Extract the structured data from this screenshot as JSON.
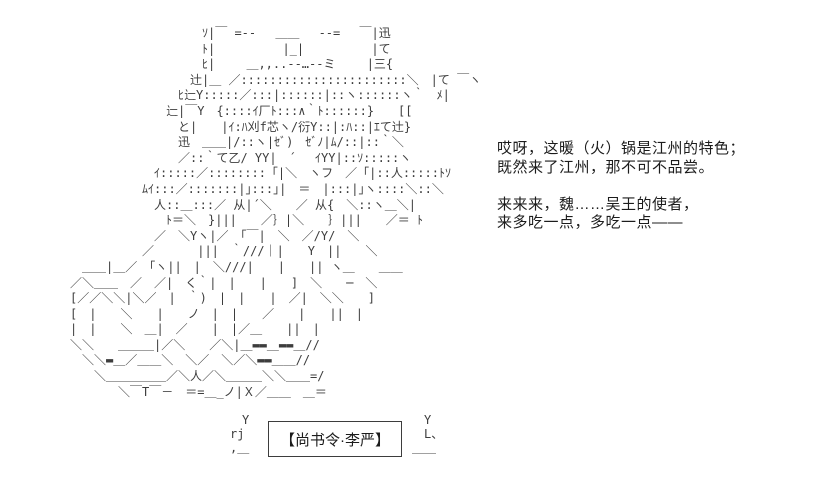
{
  "scene": {
    "background_color": "#ffffff",
    "art_color": "#3d3d3d",
    "text_color": "#1c1c1c"
  },
  "ascii_art": {
    "lines": [
      "　　　　　　　　　　　　ｿ|￣ =--　 ＿＿　 --=　 ￣|迅",
      "　　　　　　　　　　　　ﾄ|　　　　　 |_|　　　　　 |て",
      "　　　　　　　　　　　　ﾋ|　　 ＿,,..-‐…‐-ミ　　 |三{",
      "　　　　　　　　　　　辻|＿ ／:::::::::::::::::::::::＼　|て ￣ヽ",
      "　　　　　　　　　　ﾋ辷Y:::::／:::|::::::|::ヽ::::::ヽ｀　ﾒ|",
      "　　　　　　　　　辷|￣Y　{::::ｲ厂ﾄ:::∧｀ﾄ::::::}　　[[",
      "　　　　　　　　　　と|　　|ｲ:ﾊ刈f芯ヽ/衍Y::|:ﾊ::|ｴて辻}",
      "　　　　　　　　　　迅　＿＿|/::ヽ|ｾﾞ)　ｾﾞﾉ|ﾑ/::|::｀＼",
      "　　　　　　　　　　／::｀て乙/ YY|　´　 ｲYY|::ｿ:::::ヽ",
      "　　　　　　　　ｲ:::::／::::::::「|＼　ヽフ　／「|::人:::::ﾄｿ",
      "　　　　　　　ﾑｲ:::／:::::::|｣:::｣|　＝　|:::|｣ヽ::::＼::＼",
      "　　　　　　　　人::＿:::／ 从|´＼　　／ 从{　＼::ヽ＿＼|",
      "　　　　　　　　　ﾄ＝＼　}|||　　／｝|＼　　｝|||　　／＝ ﾄ",
      "　　　　　　　　／　＼Yヽ|／　｢￣|　＼　／/Y/　＼",
      "　　　　　　　／　　　 |||　｀///｜|　　Y　||　　＼",
      "　　＿＿|＿／　｢ヽ||　|　＼///|　　|　　|| ヽ＿　　＿＿",
      "　／＼＿＿　／　／|　く｀|　|　　|　　]　＼　　─　＼",
      "　[／／＼＼|＼／　|　｀)　|　|　　|　／|　＼＼　　]",
      "　[　|　　＼　　|　　ノ　|　|　　／　　|　　||　|",
      "　|　|　　＼　＿|　／　　|　|／＿　　||　|",
      "　＼＼　　＿＿＿|／＼　　／＼|＿▬▬＿▬▬＿//",
      "　　＼＼▬＿／＿＿＼　＼／　＼／＼▬▬＿＿//",
      "　　　＼＿＿＿＿＿／＼人／＼＿＿＿＼＼＿＿=/",
      "　　　　　＼￣T￣－　＝=＿_ノ|Ｘ／＿＿　＿＝"
    ],
    "left_flourish": "　Y\nrj\n,＿",
    "right_flourish": "　Y\n　L、\n＿＿"
  },
  "dialogue": {
    "lines": [
      "哎呀，这暖（火）锅是江州的特色；",
      "既然来了江州，那不可不品尝。",
      "",
      "来来来，魏……吴王的使者，",
      "来多吃一点，多吃一点——"
    ]
  },
  "nameplate": {
    "label": "【尚书令·李严】"
  }
}
